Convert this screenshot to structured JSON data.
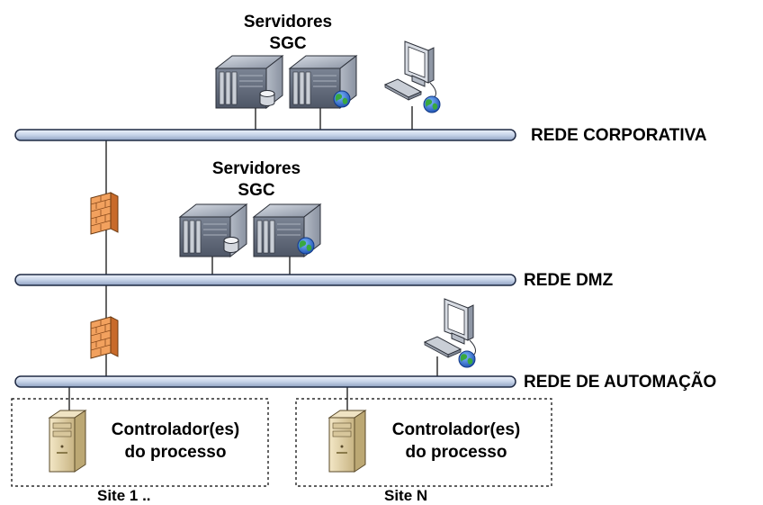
{
  "networks": {
    "corporate": "REDE CORPORATIVA",
    "dmz": "REDE DMZ",
    "automation": "REDE DE AUTOMAÇÃO"
  },
  "server_groups": [
    {
      "line1": "Servidores",
      "line2": "SGC"
    },
    {
      "line1": "Servidores",
      "line2": "SGC"
    }
  ],
  "sites": [
    {
      "controller_line1": "Controlador(es)",
      "controller_line2": "do processo",
      "label": "Site 1 .."
    },
    {
      "controller_line1": "Controlador(es)",
      "controller_line2": "do processo",
      "label": "Site N"
    }
  ],
  "colors": {
    "bus_fill": "#c9d6ea",
    "bus_stroke": "#1f2a44",
    "firewall": "#f0a060",
    "server_body": "#9aa3b2",
    "globe": "#2e9a3a"
  }
}
